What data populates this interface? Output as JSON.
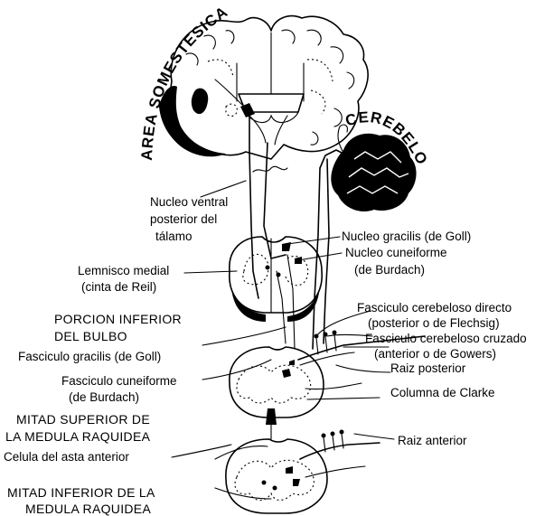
{
  "labels": {
    "area_somestesica": "AREA SOMESTESICA",
    "cerebelo": "CEREBELO",
    "nucleo_ventral": [
      "Nucleo ventral",
      "posterior del",
      "tálamo"
    ],
    "nucleo_gracilis": "Nucleo gracilis (de Goll)",
    "nucleo_cuneiforme": [
      "Nucleo cuneiforme",
      "(de Burdach)"
    ],
    "lemnisco_medial": [
      "Lemnisco medial",
      "(cinta de Reil)"
    ],
    "porcion_inferior": [
      "PORCION INFERIOR",
      "DEL BULBO"
    ],
    "fasciculo_directo": [
      "Fasciculo cerebeloso directo",
      "(posterior o de Flechsig)"
    ],
    "fasciculo_cruzado": [
      "Fasciculo cerebeloso cruzado",
      "(anterior o de Gowers)"
    ],
    "fasciculo_gracilis": "Fasciculo gracilis (de Goll)",
    "raiz_posterior": "Raiz posterior",
    "fasciculo_cuneiforme": [
      "Fasciculo cuneiforme",
      "(de Burdach)"
    ],
    "columna_clarke": "Columna de Clarke",
    "mitad_superior": [
      "MITAD SUPERIOR DE",
      "LA MEDULA RAQUIDEA"
    ],
    "raiz_anterior": "Raiz anterior",
    "celula_asta": "Celula del asta anterior",
    "mitad_inferior": [
      "MITAD INFERIOR DE LA",
      "MEDULA RAQUIDEA"
    ]
  }
}
